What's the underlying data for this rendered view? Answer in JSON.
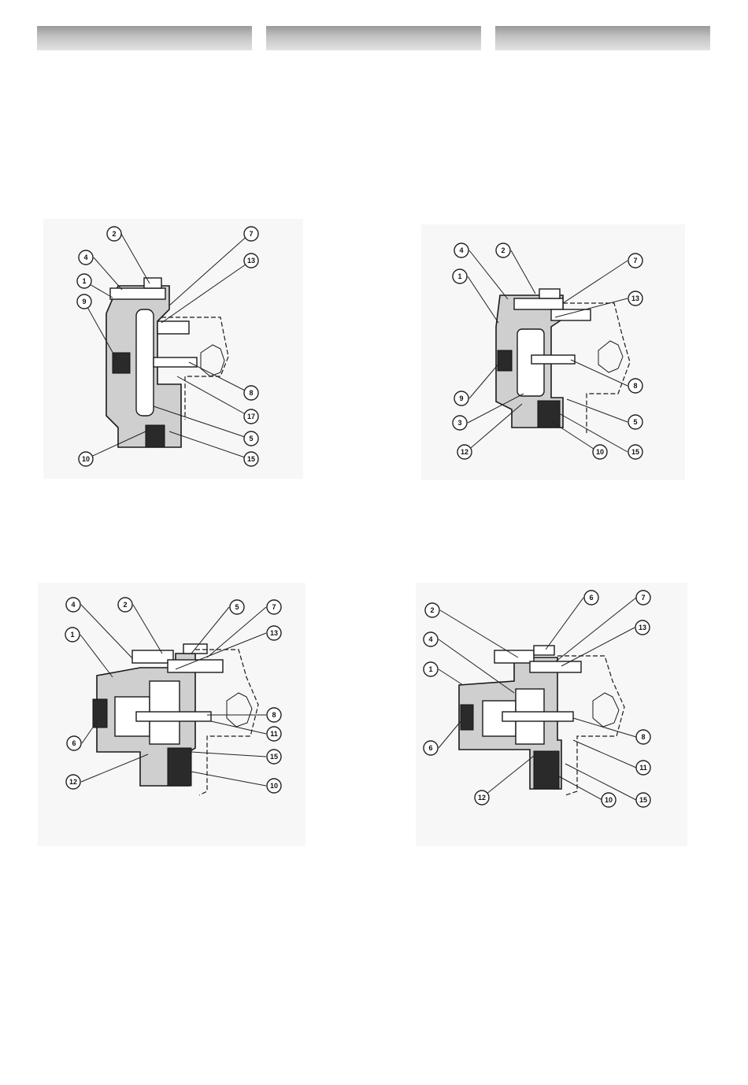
{
  "header_bars": [
    "",
    "",
    ""
  ],
  "figures": [
    {
      "id": "fig-1",
      "callouts": [
        "2",
        "7",
        "4",
        "13",
        "1",
        "9",
        "8",
        "17",
        "5",
        "10",
        "15"
      ]
    },
    {
      "id": "fig-2",
      "callouts": [
        "4",
        "2",
        "7",
        "1",
        "13",
        "9",
        "8",
        "3",
        "5",
        "12",
        "10",
        "15"
      ]
    },
    {
      "id": "fig-3",
      "callouts": [
        "4",
        "2",
        "5",
        "7",
        "13",
        "1",
        "8",
        "6",
        "11",
        "15",
        "12",
        "10"
      ]
    },
    {
      "id": "fig-4",
      "callouts": [
        "6",
        "7",
        "2",
        "13",
        "4",
        "1",
        "8",
        "6",
        "11",
        "12",
        "10",
        "15"
      ]
    }
  ],
  "colors": {
    "body_fill": "#cfcfcf",
    "outline": "#1a1a1a",
    "panel_bg": "#f7f7f7",
    "header_bar": "#c4c4c4"
  }
}
